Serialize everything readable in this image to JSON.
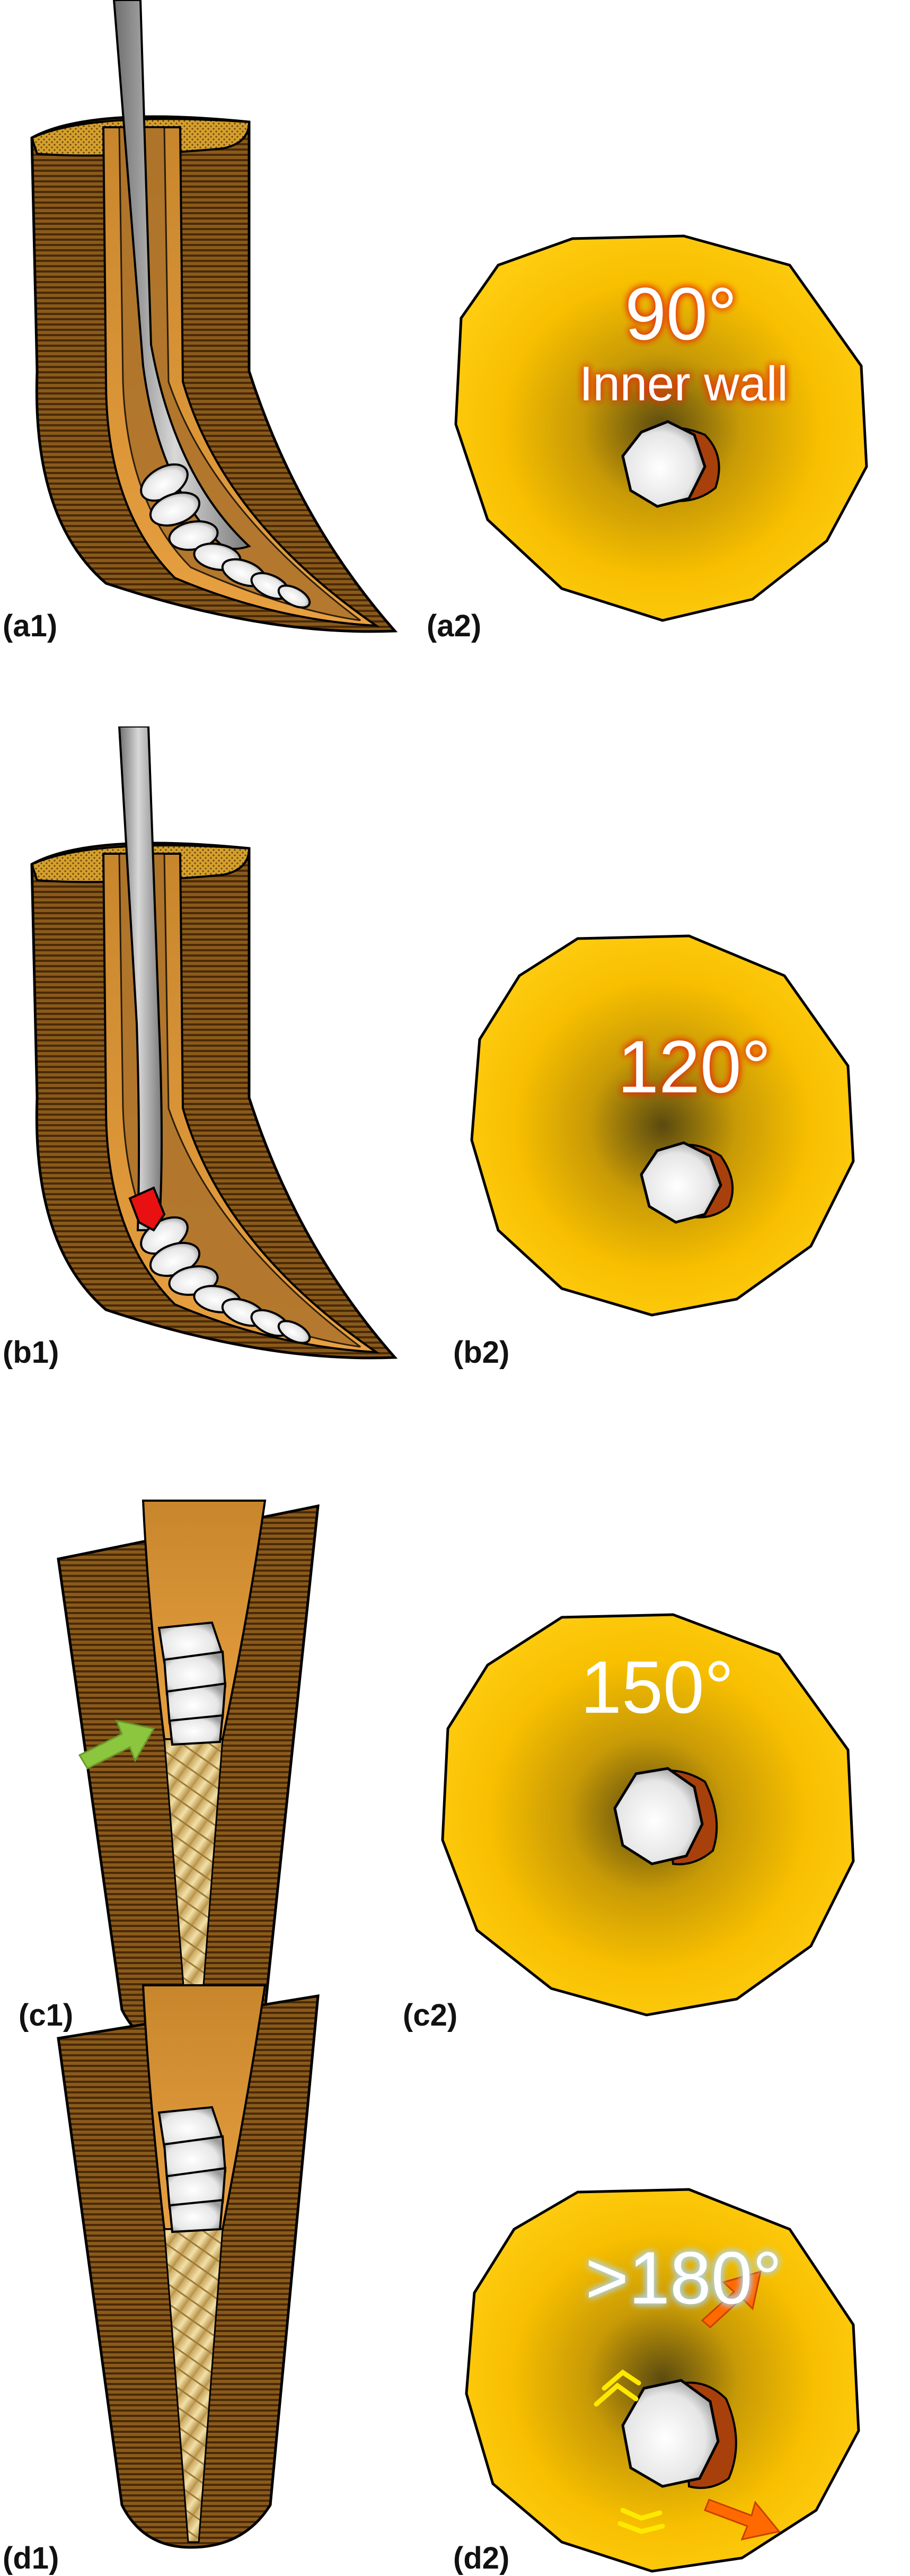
{
  "panels": [
    {
      "label_left": "(a1)",
      "label_right": "(a2)",
      "angle": "90°",
      "sublabel": "Inner wall"
    },
    {
      "label_left": "(b1)",
      "label_right": "(b2)",
      "angle": "120°"
    },
    {
      "label_left": "(c1)",
      "label_right": "(c2)",
      "angle": "150°"
    },
    {
      "label_left": "(d1)",
      "label_right": "(d2)",
      "angle": ">180°"
    }
  ],
  "colors": {
    "dentin": "#8a5a1a",
    "canal_wall": "#b27a2a",
    "pulp_gold": "#fcc400",
    "enamel_top": "#d09a2a",
    "file_grey": "#9e9e9e",
    "angle_red": "#ffffff",
    "angle_glow_red": "#e83010",
    "angle_glow_blue": "#a8d8ff",
    "marker_red": "#e81010",
    "marker_green": "#8cc63f",
    "marker_orange": "#ff6a00",
    "marker_yellow": "#ffe900"
  }
}
